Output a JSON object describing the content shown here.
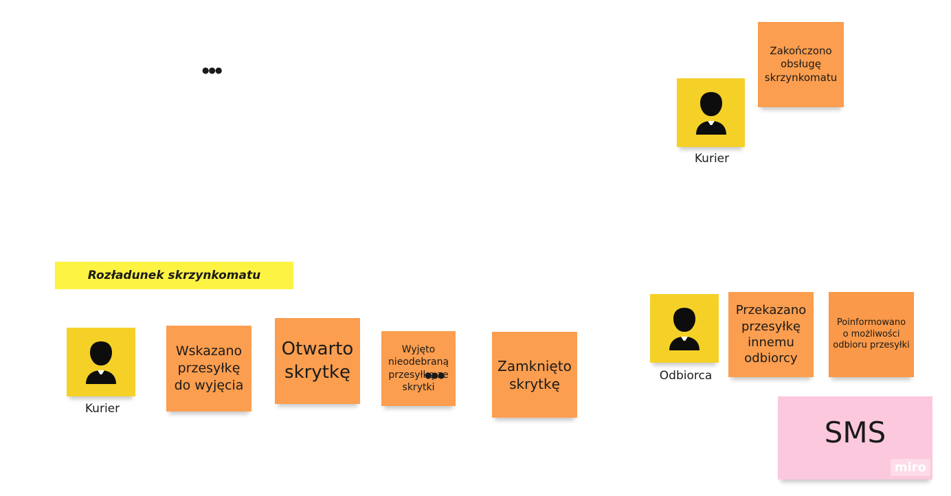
{
  "board": {
    "banner": "Rozładunek skrzynkomatu",
    "top_stickies": {
      "finished": "Zakończono obsługę skrzynkomatu"
    },
    "actors": {
      "kurier_top": "Kurier",
      "kurier_bottom": "Kurier",
      "odbiorca": "Odbiorca"
    },
    "events": [
      "Wskazano przesyłkę do wyjęcia",
      "Otwarto skrytkę",
      "Wyjęto nieodebraną przesyłkę ze skrytki",
      "Zamknięto skrytkę"
    ],
    "right_events": [
      "Przekazano przesyłkę innemu odbiorcy",
      "Poinformowano o możliwości odbioru przesyłki"
    ],
    "sms": "SMS",
    "watermark": "miro"
  },
  "colors": {
    "event": "#fc9e4f",
    "actor": "#f5d128",
    "external": "#fcc8dd",
    "banner": "#fdf343"
  },
  "icons": [
    "user-icon",
    "more-dots-icon"
  ]
}
